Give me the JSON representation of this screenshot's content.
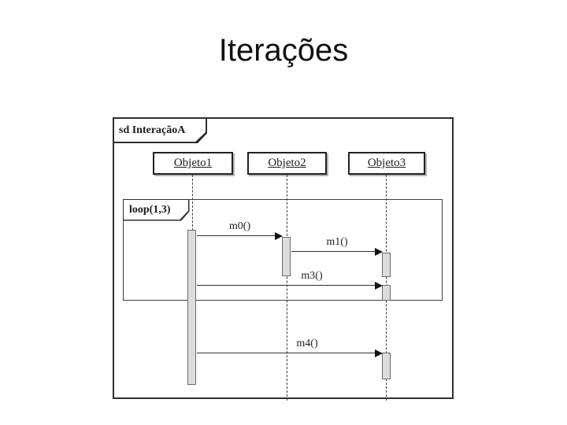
{
  "slide": {
    "title": "Iterações"
  },
  "diagram": {
    "frame_label": "sd InteraçãoA",
    "loop_label": "loop(1,3)",
    "objects": [
      {
        "name": "Objeto1"
      },
      {
        "name": "Objeto2"
      },
      {
        "name": "Objeto3"
      }
    ],
    "messages": [
      {
        "name": "m0()",
        "from": "Objeto1",
        "to": "Objeto2"
      },
      {
        "name": "m1()",
        "from": "Objeto2",
        "to": "Objeto3"
      },
      {
        "name": "m3()",
        "from": "Objeto1",
        "to": "Objeto3"
      },
      {
        "name": "m4()",
        "from": "Objeto1",
        "to": "Objeto3"
      }
    ],
    "colors": {
      "background": "#ffffff",
      "line": "#2f2f2f",
      "text": "#1c1c1c",
      "activation_fill": "#dcdcdc",
      "activation_border": "#6a6a6a",
      "box_shadow": "#b5b5b5"
    }
  }
}
